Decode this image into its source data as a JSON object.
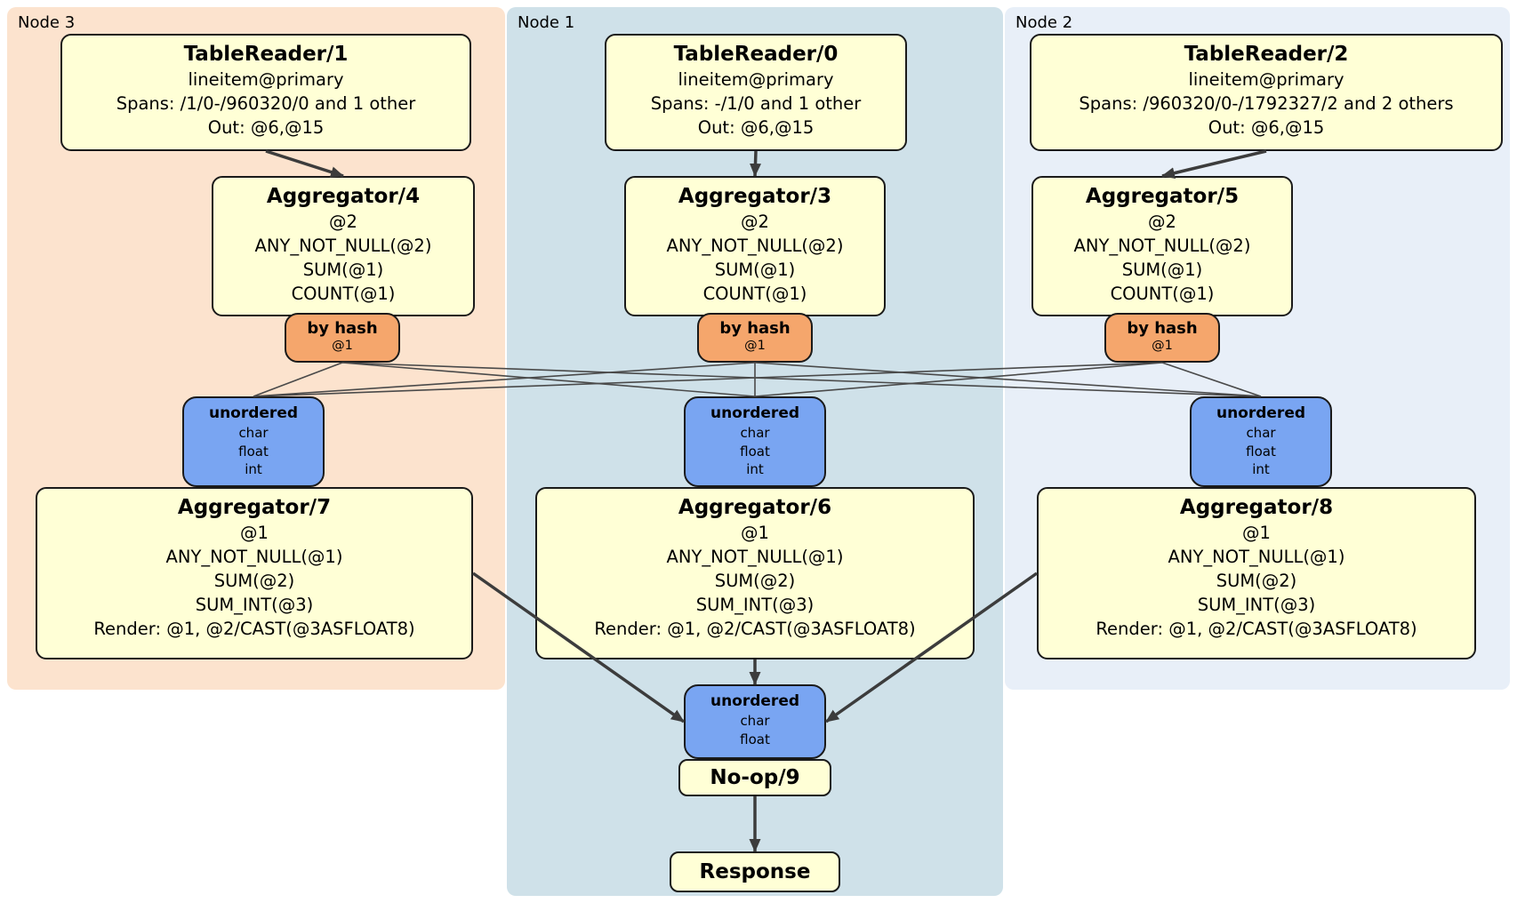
{
  "regions": [
    {
      "id": "node3",
      "label": "Node 3"
    },
    {
      "id": "node1",
      "label": "Node 1"
    },
    {
      "id": "node2",
      "label": "Node 2"
    }
  ],
  "processors": {
    "tr1": {
      "title": "TableReader/1",
      "lines": [
        "lineitem@primary",
        "Spans: /1/0-/960320/0 and 1 other",
        "Out: @6,@15"
      ]
    },
    "tr0": {
      "title": "TableReader/0",
      "lines": [
        "lineitem@primary",
        "Spans: -/1/0 and 1 other",
        "Out: @6,@15"
      ]
    },
    "tr2": {
      "title": "TableReader/2",
      "lines": [
        "lineitem@primary",
        "Spans: /960320/0-/1792327/2 and 2 others",
        "Out: @6,@15"
      ]
    },
    "agg4": {
      "title": "Aggregator/4",
      "lines": [
        "@2",
        "ANY_NOT_NULL(@2)",
        "SUM(@1)",
        "COUNT(@1)"
      ]
    },
    "agg3": {
      "title": "Aggregator/3",
      "lines": [
        "@2",
        "ANY_NOT_NULL(@2)",
        "SUM(@1)",
        "COUNT(@1)"
      ]
    },
    "agg5": {
      "title": "Aggregator/5",
      "lines": [
        "@2",
        "ANY_NOT_NULL(@2)",
        "SUM(@1)",
        "COUNT(@1)"
      ]
    },
    "agg7": {
      "title": "Aggregator/7",
      "lines": [
        "@1",
        "ANY_NOT_NULL(@1)",
        "SUM(@2)",
        "SUM_INT(@3)",
        "Render: @1, @2/CAST(@3ASFLOAT8)"
      ]
    },
    "agg6": {
      "title": "Aggregator/6",
      "lines": [
        "@1",
        "ANY_NOT_NULL(@1)",
        "SUM(@2)",
        "SUM_INT(@3)",
        "Render: @1, @2/CAST(@3ASFLOAT8)"
      ]
    },
    "agg8": {
      "title": "Aggregator/8",
      "lines": [
        "@1",
        "ANY_NOT_NULL(@1)",
        "SUM(@2)",
        "SUM_INT(@3)",
        "Render: @1, @2/CAST(@3ASFLOAT8)"
      ]
    },
    "noop": {
      "title": "No-op/9"
    },
    "response": {
      "title": "Response"
    }
  },
  "routers": {
    "hash3": {
      "title": "by hash",
      "key": "@1"
    },
    "hash1": {
      "title": "by hash",
      "key": "@1"
    },
    "hash2": {
      "title": "by hash",
      "key": "@1"
    }
  },
  "syncs": {
    "sync3": {
      "title": "unordered",
      "columns": [
        "char",
        "float",
        "int"
      ]
    },
    "sync1": {
      "title": "unordered",
      "columns": [
        "char",
        "float",
        "int"
      ]
    },
    "sync2": {
      "title": "unordered",
      "columns": [
        "char",
        "float",
        "int"
      ]
    },
    "syncFinal": {
      "title": "unordered",
      "columns": [
        "char",
        "float"
      ]
    }
  },
  "edges": [
    {
      "from": "tr1",
      "to": "agg4",
      "fa": "bottom",
      "ta": "top",
      "kind": "flow"
    },
    {
      "from": "tr0",
      "to": "agg3",
      "fa": "bottom",
      "ta": "top",
      "kind": "flow"
    },
    {
      "from": "tr2",
      "to": "agg5",
      "fa": "bottom",
      "ta": "top",
      "kind": "flow"
    },
    {
      "from": "hash3",
      "to": "sync3",
      "fa": "bottom",
      "ta": "top",
      "kind": "stream"
    },
    {
      "from": "hash3",
      "to": "sync1",
      "fa": "bottom",
      "ta": "top",
      "kind": "stream"
    },
    {
      "from": "hash3",
      "to": "sync2",
      "fa": "bottom",
      "ta": "top",
      "kind": "stream"
    },
    {
      "from": "hash1",
      "to": "sync3",
      "fa": "bottom",
      "ta": "top",
      "kind": "stream"
    },
    {
      "from": "hash1",
      "to": "sync1",
      "fa": "bottom",
      "ta": "top",
      "kind": "stream"
    },
    {
      "from": "hash1",
      "to": "sync2",
      "fa": "bottom",
      "ta": "top",
      "kind": "stream"
    },
    {
      "from": "hash2",
      "to": "sync3",
      "fa": "bottom",
      "ta": "top",
      "kind": "stream"
    },
    {
      "from": "hash2",
      "to": "sync1",
      "fa": "bottom",
      "ta": "top",
      "kind": "stream"
    },
    {
      "from": "hash2",
      "to": "sync2",
      "fa": "bottom",
      "ta": "top",
      "kind": "stream"
    },
    {
      "from": "agg7",
      "to": "syncFinal",
      "fa": "right",
      "ta": "left",
      "kind": "flow"
    },
    {
      "from": "agg6",
      "to": "syncFinal",
      "fa": "bottom",
      "ta": "top",
      "kind": "flow"
    },
    {
      "from": "agg8",
      "to": "syncFinal",
      "fa": "left",
      "ta": "right",
      "kind": "flow"
    },
    {
      "from": "noop",
      "to": "response",
      "fa": "bottom",
      "ta": "top",
      "kind": "flow"
    }
  ],
  "colors": {
    "processor_fill": "#ffffd6",
    "router_fill": "#f5a66c",
    "sync_fill": "#79a5f2",
    "node3_bg": "#fce3ce",
    "node1_bg": "#cfe1e9",
    "node2_bg": "#e8eff8",
    "edge": "#3c3c3c"
  }
}
